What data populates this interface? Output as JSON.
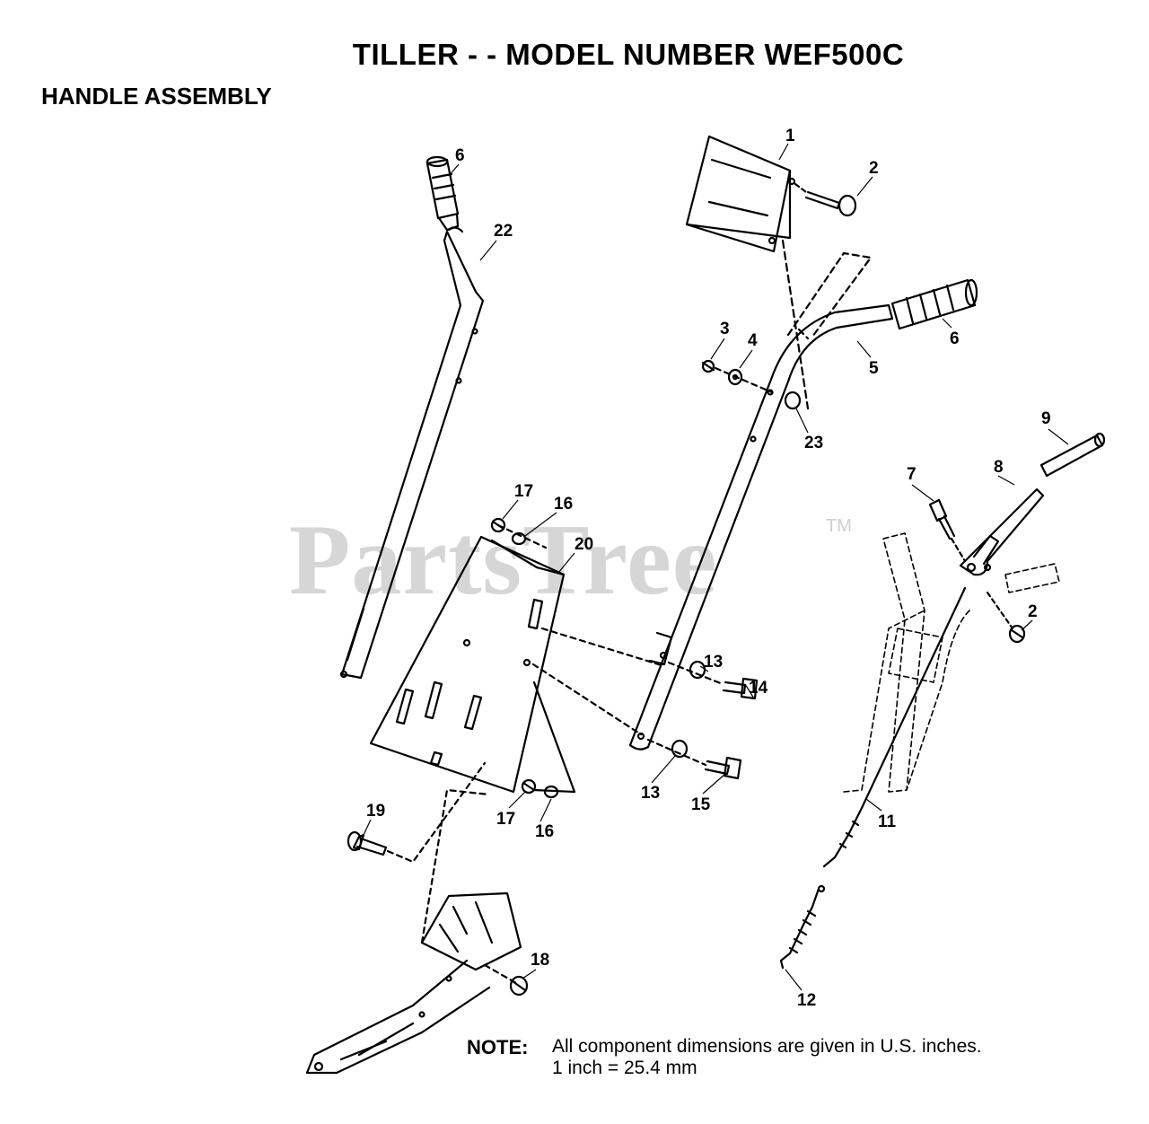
{
  "title": "TILLER - - MODEL NUMBER WEF500C",
  "subtitle": "HANDLE ASSEMBLY",
  "watermark": {
    "text": "PartsTree",
    "mark": "TM"
  },
  "note": {
    "label": "NOTE:",
    "line1": "All component dimensions are given in U.S. inches.",
    "line2": "1 inch = 25.4 mm"
  },
  "callouts": {
    "c1": "1",
    "c2a": "2",
    "c2b": "2",
    "c3": "3",
    "c4": "4",
    "c5": "5",
    "c6a": "6",
    "c6b": "6",
    "c7": "7",
    "c8": "8",
    "c9": "9",
    "c11": "11",
    "c12": "12",
    "c13a": "13",
    "c13b": "13",
    "c14": "14",
    "c15": "15",
    "c16a": "16",
    "c16b": "16",
    "c17a": "17",
    "c17b": "17",
    "c18": "18",
    "c19": "19",
    "c20": "20",
    "c22": "22",
    "c23": "23"
  }
}
